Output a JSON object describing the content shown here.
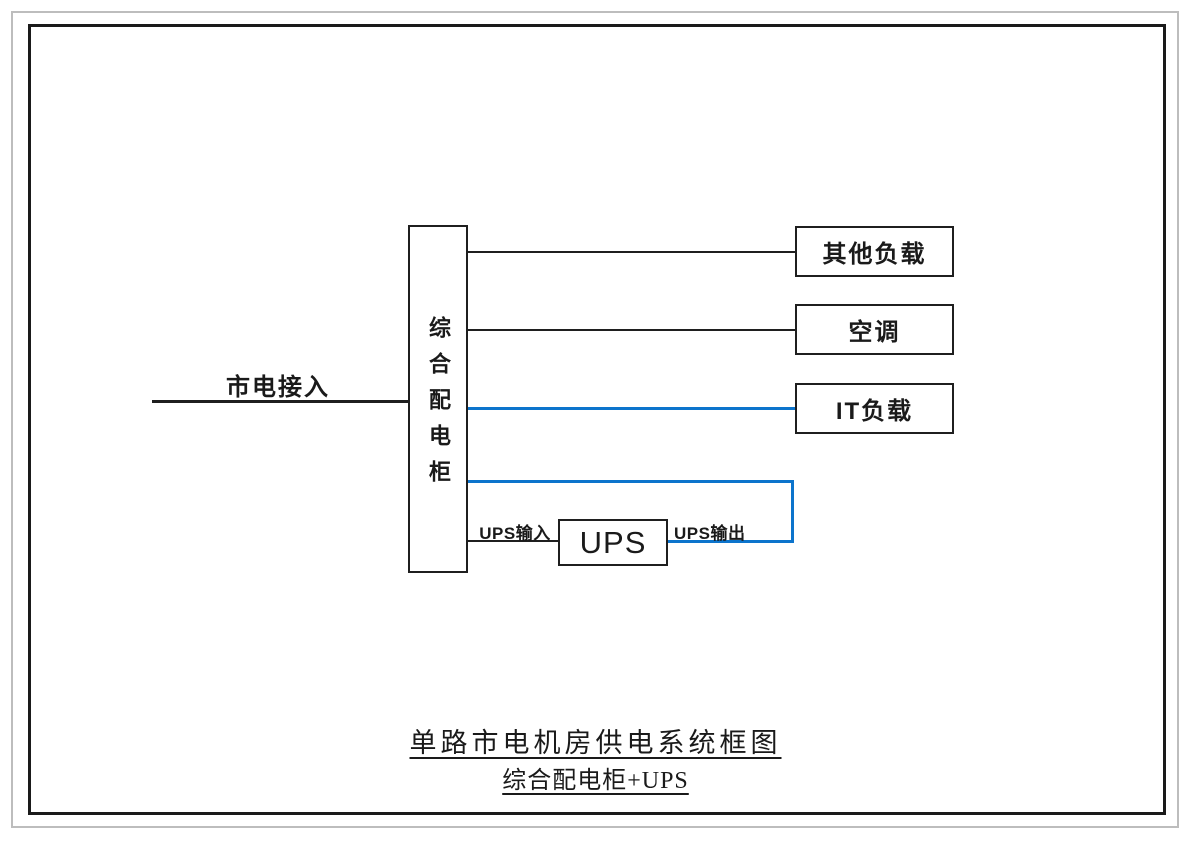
{
  "diagram": {
    "mains": {
      "label": "市电接入"
    },
    "cabinet": {
      "label": "综合配电柜"
    },
    "loads": [
      {
        "label": "其他负载",
        "line_color": "#1f1f1f"
      },
      {
        "label": "空调",
        "line_color": "#1f1f1f"
      },
      {
        "label": "IT负载",
        "line_color": "#0c74cc"
      }
    ],
    "ups": {
      "label": "UPS",
      "input_label": "UPS输入",
      "output_label": "UPS输出"
    },
    "caption": {
      "line1": "单路市电机房供电系统框图",
      "line2": "综合配电柜+UPS"
    },
    "colors": {
      "connector_black": "#1f1f1f",
      "connector_blue": "#0c74cc",
      "inner_frame_black": "#1a1a1a",
      "outer_frame_gray": "#bdbdbd",
      "background": "#ffffff"
    }
  }
}
